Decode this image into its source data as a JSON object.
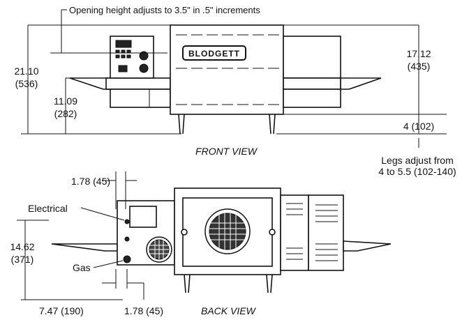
{
  "labels": {
    "opening_note": "Opening height adjusts to 3.5\" in .5\" increments",
    "front_height_total": "21.10",
    "front_height_total_mm": "(536)",
    "front_height_belt": "11.09",
    "front_height_belt_mm": "(282)",
    "front_height_right": "17.12",
    "front_height_right_mm": "(435)",
    "front_leg_height": "4 (102)",
    "front_view": "FRONT VIEW",
    "legs_note_line1": "Legs adjust from",
    "legs_note_line2": "4 to 5.5 (102-140)",
    "back_top_width": "1.78 (45)",
    "electrical": "Electrical",
    "back_height": "14.62",
    "back_height_mm": "(371)",
    "gas": "Gas",
    "back_left_offset": "7.47 (190)",
    "back_bottom_width": "1.78 (45)",
    "back_view": "BACK VIEW",
    "brand": "BLODGETT"
  }
}
